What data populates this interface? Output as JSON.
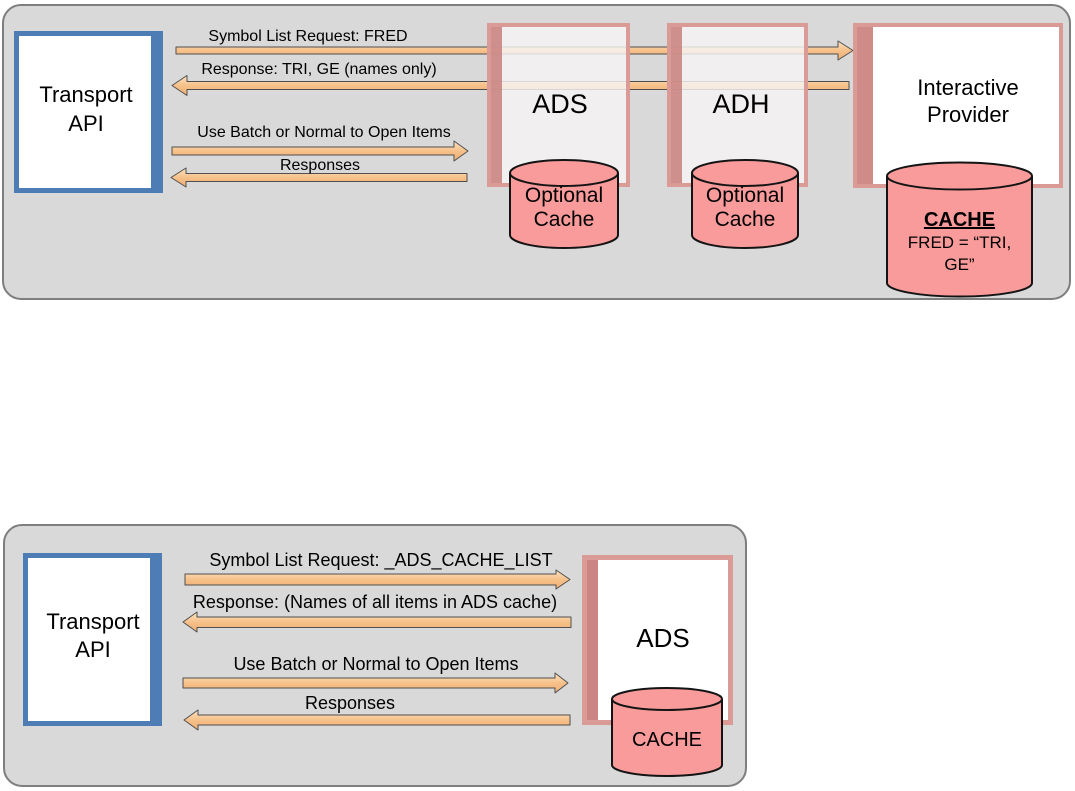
{
  "colors": {
    "panel_bg": "#d9d9d9",
    "panel_border": "#7e7e7e",
    "transport_border_blue": "#4e7cb4",
    "component_border_pink": "#da9a96",
    "component_sidebar_rose": "#c57874",
    "cylinder_fill": "#f99b9b",
    "arrow_fill": "#f6c18a",
    "arrow_outline": "#4f4f4f",
    "text": "#000000"
  },
  "top_diagram": {
    "transport": {
      "line1": "Transport",
      "line2": "API"
    },
    "messages": [
      {
        "label": "Symbol List Request: FRED",
        "direction": "right"
      },
      {
        "label": "Response: TRI, GE (names only)",
        "direction": "left"
      },
      {
        "label": "Use Batch or Normal to Open Items",
        "direction": "right"
      },
      {
        "label": "Responses",
        "direction": "left"
      }
    ],
    "ads": {
      "title": "ADS",
      "cache_line1": "Optional",
      "cache_line2": "Cache"
    },
    "adh": {
      "title": "ADH",
      "cache_line1": "Optional",
      "cache_line2": "Cache"
    },
    "provider": {
      "line1": "Interactive",
      "line2": "Provider",
      "cache_title": "CACHE",
      "cache_line1": "FRED = “TRI,",
      "cache_line2": "GE”"
    }
  },
  "bottom_diagram": {
    "transport": {
      "line1": "Transport",
      "line2": "API"
    },
    "messages": [
      {
        "label": "Symbol List Request: _ADS_CACHE_LIST",
        "direction": "right"
      },
      {
        "label": "Response: (Names of all items in ADS cache)",
        "direction": "left"
      },
      {
        "label": "Use Batch or Normal to Open Items",
        "direction": "right"
      },
      {
        "label": "Responses",
        "direction": "left"
      }
    ],
    "ads": {
      "title": "ADS",
      "cache_title": "CACHE"
    }
  }
}
